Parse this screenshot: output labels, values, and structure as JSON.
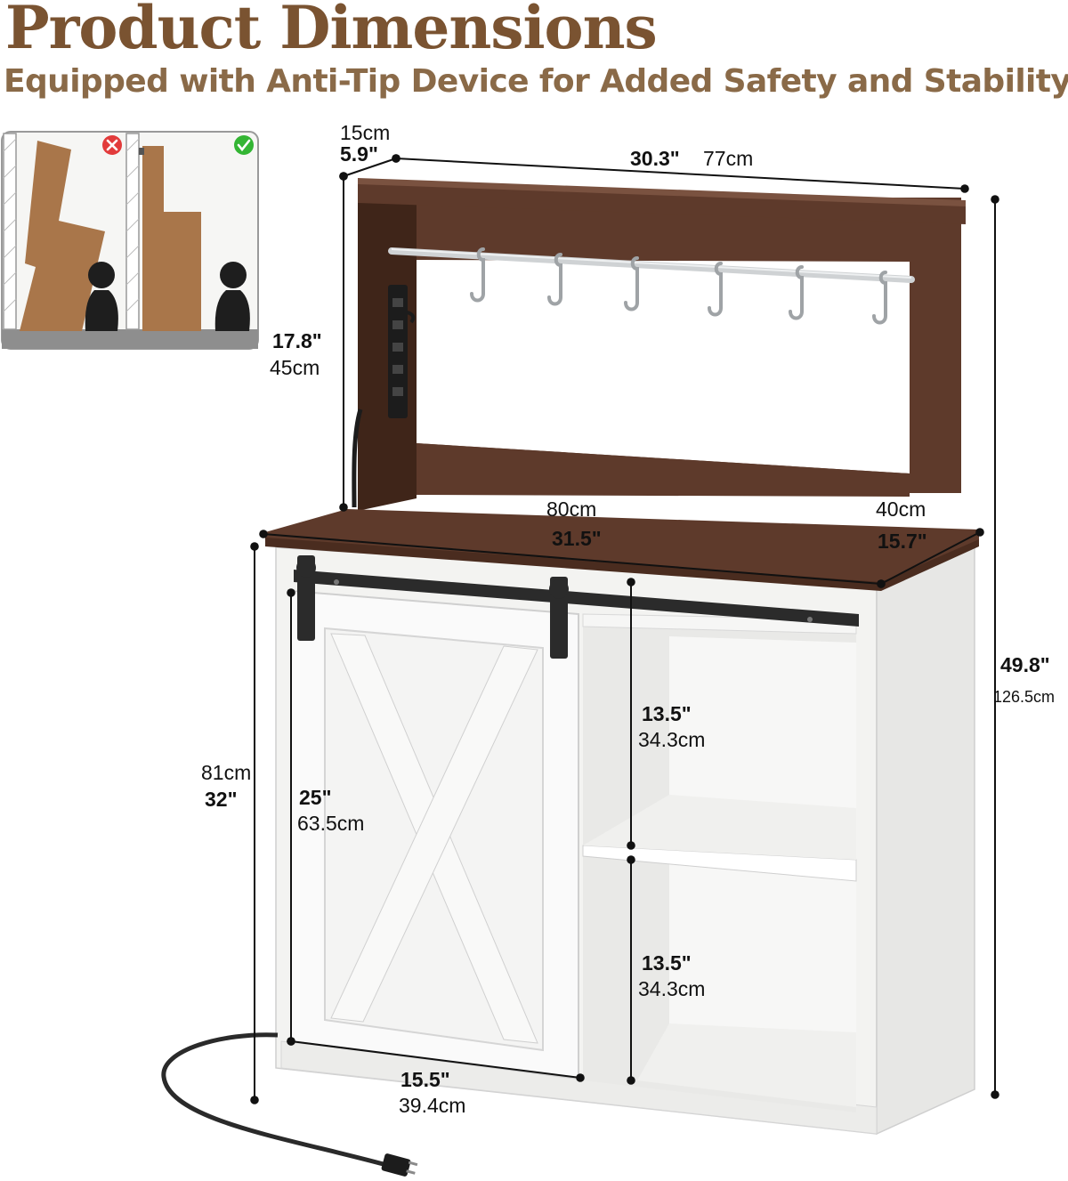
{
  "heading": {
    "title": "Product Dimensions",
    "subtitle": "Equipped with Anti-Tip Device for Added Safety and Stability"
  },
  "colors": {
    "title": "#7a5331",
    "subtitle": "#8a6a48",
    "walnut": "#5e3a2b",
    "walnut_dark": "#3f2519",
    "cabinet_white": "#f3f3f1",
    "hardware_black": "#2b2b2b",
    "hook_chrome": "#9fa3a6",
    "illustration_brown": "#a9764a",
    "illustration_bg": "#f6f6f4",
    "floor_gray": "#8e8e8e",
    "status_bad": "#e23b3b",
    "status_good": "#33b533"
  },
  "anti_tip_panel": {
    "left_icon": "cross-circle-icon",
    "right_icon": "check-circle-icon",
    "figure_icon": "child-silhouette-icon"
  },
  "dimensions": {
    "hutch_depth": {
      "cm": "15cm",
      "in": "5.9\""
    },
    "hutch_width": {
      "in": "30.3\"",
      "cm": "77cm"
    },
    "hutch_height": {
      "in": "17.8\"",
      "cm": "45cm"
    },
    "top_width": {
      "cm": "80cm",
      "in": "31.5\""
    },
    "top_depth": {
      "cm": "40cm",
      "in": "15.7\""
    },
    "total_height": {
      "in": "49.8\"",
      "cm": "126.5cm"
    },
    "cabinet_height": {
      "cm": "81cm",
      "in": "32\""
    },
    "door_height": {
      "in": "25\"",
      "cm": "63.5cm"
    },
    "upper_shelf": {
      "in": "13.5\"",
      "cm": "34.3cm"
    },
    "lower_shelf": {
      "in": "13.5\"",
      "cm": "34.3cm"
    },
    "door_width": {
      "in": "15.5\"",
      "cm": "39.4cm"
    }
  }
}
